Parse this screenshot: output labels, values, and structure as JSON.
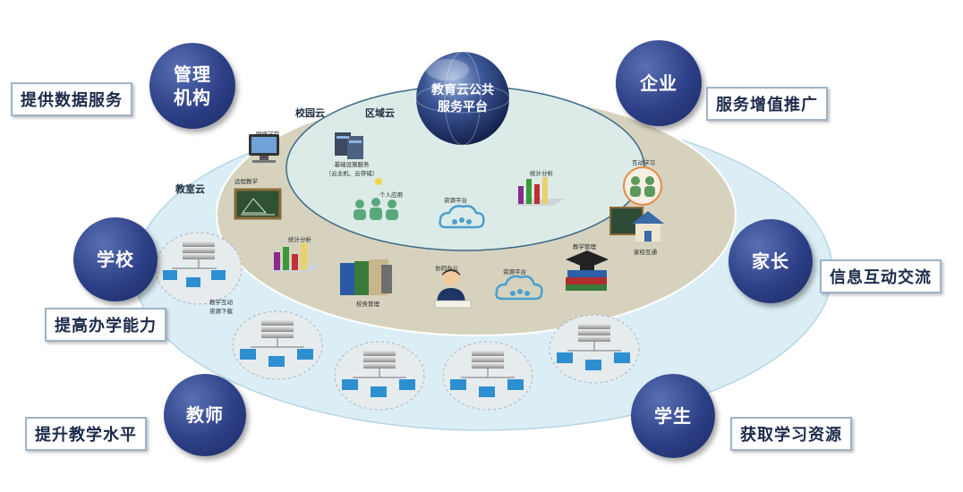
{
  "platform": {
    "line1": "教育云公共",
    "line2": "服务平台"
  },
  "rings": {
    "campus": "校园云",
    "region": "区域云",
    "classroom": "教室云"
  },
  "stakeholders": {
    "management": {
      "line1": "管理",
      "line2": "机构",
      "benefit": "提供数据服务"
    },
    "enterprise": {
      "name": "企业",
      "benefit": "服务增值推广"
    },
    "school": {
      "name": "学校",
      "benefit": "提高办学能力"
    },
    "parent": {
      "name": "家长",
      "benefit": "信息互动交流"
    },
    "teacher": {
      "name": "教师",
      "benefit": "提升教学水平"
    },
    "student": {
      "name": "学生",
      "benefit": "获取学习资源"
    }
  },
  "modules": {
    "infrastructure": {
      "line1": "基础设施服务",
      "line2": "（云主机、云存储）"
    },
    "personal_app": "个人应用",
    "resource_platform_inner": "资源平台",
    "stats_inner": "统计分析",
    "online_class": "网络学堂",
    "remote_teaching": "远程教学",
    "stats_outer": "统计分析",
    "office": "协同办公",
    "resource_platform_outer": "资源平台",
    "teaching_mgmt": "教学管理",
    "affairs_mgmt": "校务管理",
    "interactive_learning": "互动学习",
    "home_school": "家校互通",
    "classroom_resource": {
      "line1": "教学互动",
      "line2": "资源下载"
    }
  },
  "colors": {
    "bubble": "#2c3f86",
    "outer_ellipse": "#dceef5",
    "mid_ellipse": "#d6d2be",
    "inner_ellipse": "#dcebe8"
  }
}
